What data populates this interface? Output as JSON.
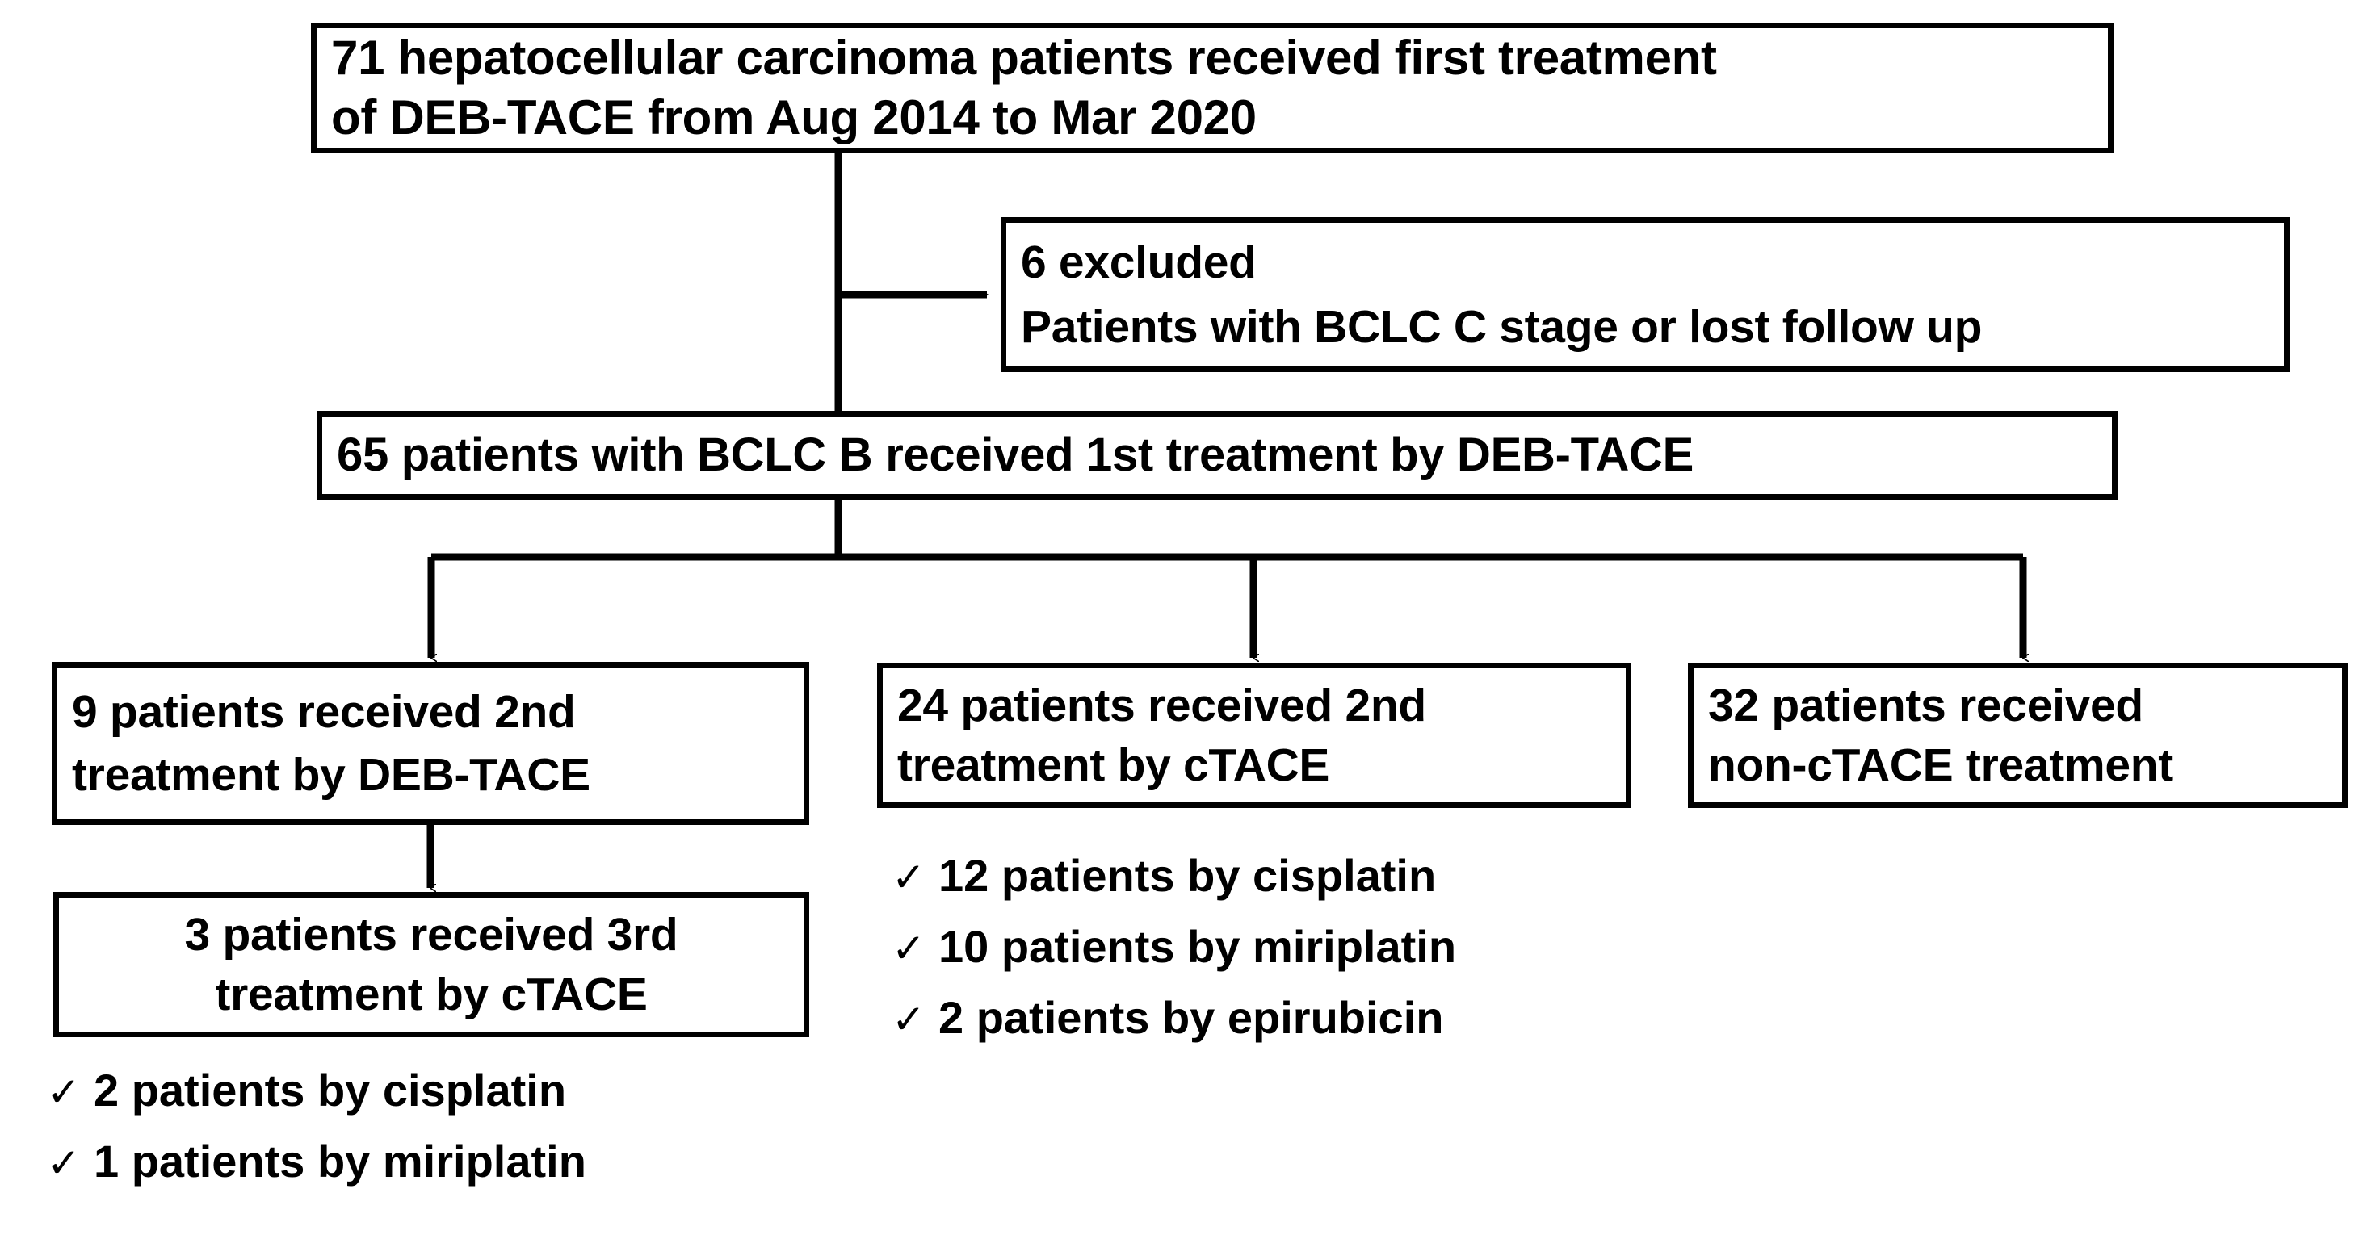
{
  "figure": {
    "type": "flowchart",
    "title": "Patient enrollment and treatment flow",
    "stroke_color": "#000000",
    "background_color": "#ffffff"
  },
  "boxes": {
    "top": {
      "lines": [
        "71 hepatocellular carcinoma patients received first treatment",
        "of DEB-TACE from Aug 2014 to Mar 2020"
      ]
    },
    "excluded": {
      "lines": [
        "6 excluded",
        "Patients with BCLC C stage or lost follow up"
      ]
    },
    "enrolled": {
      "lines": [
        "65 patients with BCLC B received 1st treatment by DEB-TACE"
      ]
    },
    "deb_tace_2nd": {
      "lines": [
        "9 patients received 2nd",
        "treatment by DEB-TACE"
      ]
    },
    "ctace_2nd": {
      "lines": [
        "24 patients received 2nd",
        "treatment by cTACE"
      ]
    },
    "non_ctace": {
      "lines": [
        "32 patients received",
        "non-cTACE treatment"
      ]
    },
    "ctace_3rd": {
      "lines": [
        "3 patients received 3rd",
        "treatment by cTACE"
      ]
    }
  },
  "bullets": {
    "check_glyph": "✓",
    "ctace_2nd_drugs": [
      "12 patients by cisplatin",
      "10 patients by miriplatin",
      "2 patients by epirubicin"
    ],
    "ctace_3rd_drugs": [
      "2 patients by cisplatin",
      "1 patients by miriplatin"
    ]
  },
  "flow_counts": {
    "screened": 71,
    "excluded": 6,
    "enrolled": 65,
    "second_deb_tace": 9,
    "second_ctace": 24,
    "non_ctace": 32,
    "third_ctace": 3
  }
}
